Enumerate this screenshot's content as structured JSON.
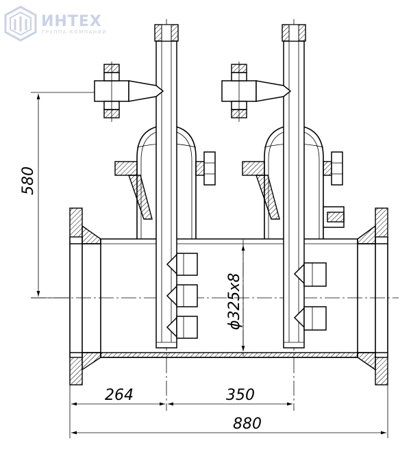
{
  "logo": {
    "name": "ИНТЕХ",
    "tagline": "ГРУППА КОМПАНИЙ",
    "color": "#c9d2e6"
  },
  "dimensions": {
    "height_580": "580",
    "pipe_dia": "ϕ325x8",
    "dim_264": "264",
    "dim_350": "350",
    "dim_880": "880"
  }
}
